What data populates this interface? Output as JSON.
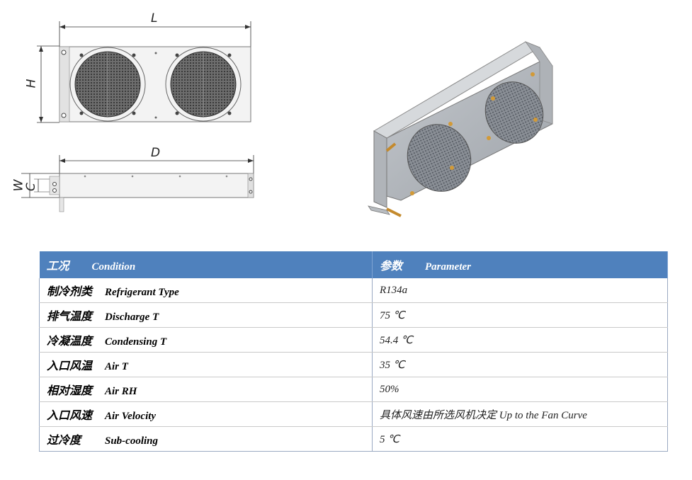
{
  "drawing": {
    "label_length": "L",
    "label_height": "H",
    "label_depth": "D",
    "label_width": "W",
    "label_c": "C"
  },
  "table": {
    "header": {
      "condition_zh": "工况",
      "condition_en": "Condition",
      "parameter_zh": "参数",
      "parameter_en": "Parameter"
    },
    "rows": [
      {
        "zh": "制冷剂类",
        "en": "Refrigerant Type",
        "value": "R134a"
      },
      {
        "zh": "排气温度",
        "en": "Discharge T",
        "value": "75  ℃"
      },
      {
        "zh": "冷凝温度",
        "en": "Condensing T",
        "value": "54.4  ℃"
      },
      {
        "zh": "入口风温",
        "en": "Air T",
        "value": "35  ℃"
      },
      {
        "zh": "相对湿度",
        "en": "Air RH",
        "value": "50%"
      },
      {
        "zh": "入口风速",
        "en": "Air Velocity",
        "value": "具体风速由所选风机决定  Up to the Fan Curve"
      },
      {
        "zh": "过冷度",
        "en": "Sub-cooling",
        "value": "5  ℃"
      }
    ]
  }
}
